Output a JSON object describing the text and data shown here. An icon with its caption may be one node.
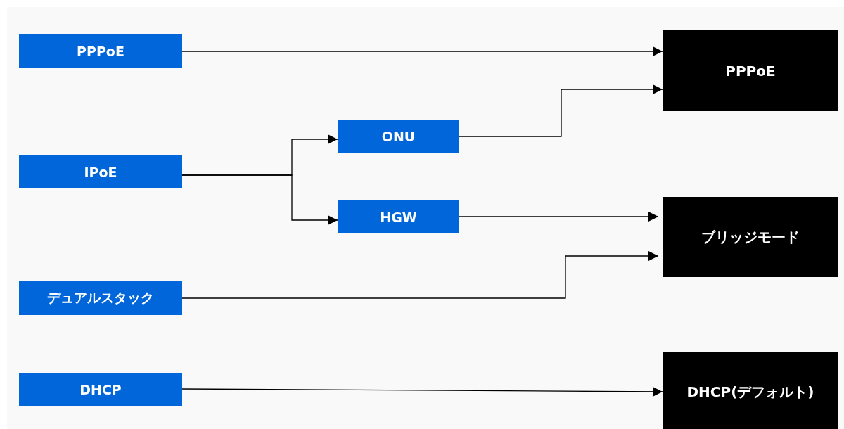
{
  "diagram": {
    "nodes": [
      {
        "text": [
          "PPPoE"
        ]
      },
      {
        "text": [
          "IPoE"
        ]
      },
      {
        "text": [
          "デュアルスタック"
        ]
      },
      {
        "text": [
          "DHCP"
        ]
      },
      {
        "text": [
          "ONU"
        ]
      },
      {
        "text": [
          "HGW"
        ]
      },
      {
        "text": [
          "PPPoE"
        ]
      },
      {
        "text": [
          "ブリッジモード"
        ]
      },
      {
        "text": [
          "DHCP(デフォルト)"
        ]
      }
    ],
    "edges": [
      {
        "from": 0,
        "to": 6,
        "arrow": "to"
      },
      {
        "from": 1,
        "to": 4,
        "arrow": "to"
      },
      {
        "from": 1,
        "to": 5,
        "arrow": "to"
      },
      {
        "from": 4,
        "to": 6,
        "arrow": "to"
      },
      {
        "from": 5,
        "to": 7,
        "arrow": "to"
      },
      {
        "from": 2,
        "to": 7,
        "arrow": "to"
      },
      {
        "from": 3,
        "to": 8,
        "arrow": "to"
      }
    ]
  }
}
